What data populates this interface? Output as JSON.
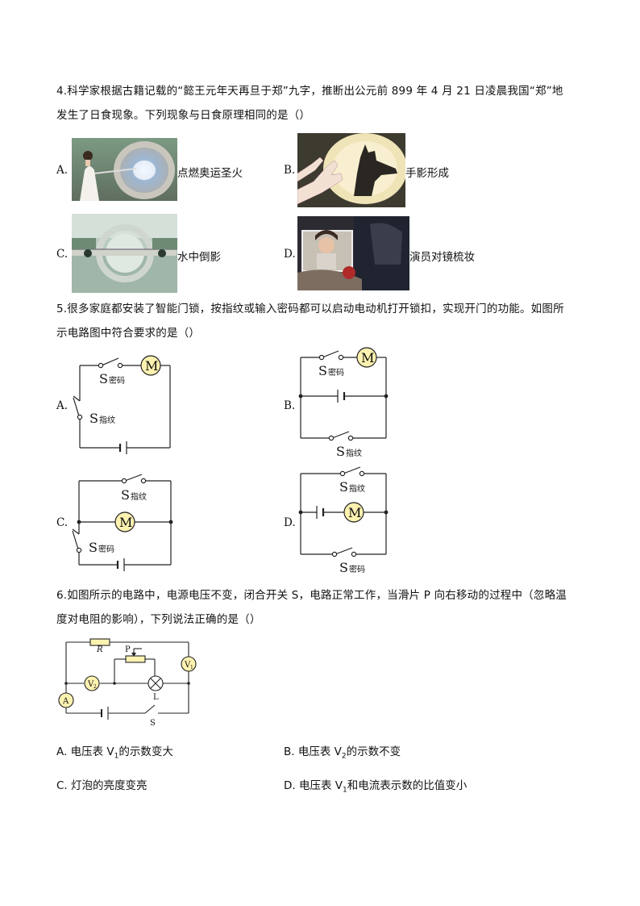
{
  "q4": {
    "stem_line1": "4.科学家根据古籍记载的“懿王元年天再旦于郑”九字，推断出公元前 899 年 4 月 21 日凌晨我国“郑”地",
    "stem_line2": "发生了日食现象。下列现象与日食原理相同的是（）",
    "options": [
      {
        "label": "A.",
        "caption": "点燃奥运圣火"
      },
      {
        "label": "B.",
        "caption": "手影形成"
      },
      {
        "label": "C.",
        "caption": "水中倒影"
      },
      {
        "label": "D.",
        "caption": "演员对镜梳妆"
      }
    ]
  },
  "q5": {
    "stem_line1": "5.很多家庭都安装了智能门锁，按指纹或输入密码都可以启动电动机打开锁扣，实现开门的功能。如图所",
    "stem_line2": "示电路图中符合要求的是（）",
    "options": [
      "A.",
      "B.",
      "C.",
      "D."
    ],
    "switch_S": "S",
    "sub_password": "密码",
    "sub_fingerprint": "指纹",
    "motor": "M"
  },
  "q6": {
    "stem_line1": "6.如图所示的电路中，电源电压不变，闭合开关 S，电路正常工作，当滑片 P 向右移动的过程中（忽略温",
    "stem_line2": "度对电阻的影响），下列说法正确的是（）",
    "circuit": {
      "R": "R",
      "P": "P",
      "V": "V",
      "V1_sub": "1",
      "V2_sub": "2",
      "A": "A",
      "L": "L",
      "S": "S"
    },
    "answers": [
      {
        "label": "A.",
        "pre": "电压表 V",
        "sub": "1",
        "post": "的示数变大"
      },
      {
        "label": "B.",
        "pre": "电压表 V",
        "sub": "2",
        "post": "的示数不变"
      },
      {
        "label": "C.",
        "pre": "灯泡的亮度变亮",
        "sub": "",
        "post": ""
      },
      {
        "label": "D.",
        "pre": "电压表 V",
        "sub": "1",
        "post": "和电流表示数的比值变小"
      }
    ]
  }
}
